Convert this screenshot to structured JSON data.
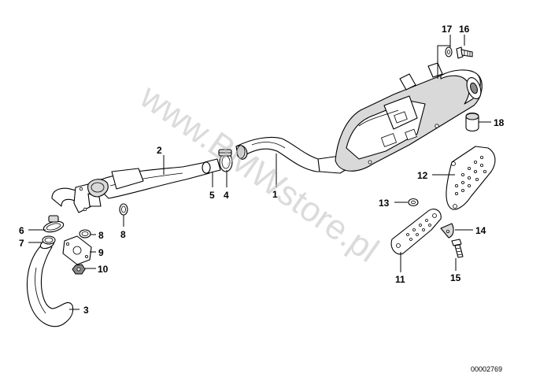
{
  "watermark": "www.BMWstore.pl",
  "reference_number": "00002769",
  "callouts": {
    "p1": "1",
    "p2": "2",
    "p3": "3",
    "p4": "4",
    "p5": "5",
    "p6": "6",
    "p7": "7",
    "p8a": "8",
    "p8b": "8",
    "p9": "9",
    "p10": "10",
    "p11": "11",
    "p12": "12",
    "p13": "13",
    "p14": "14",
    "p15": "15",
    "p16": "16",
    "p17": "17",
    "p18": "18"
  }
}
